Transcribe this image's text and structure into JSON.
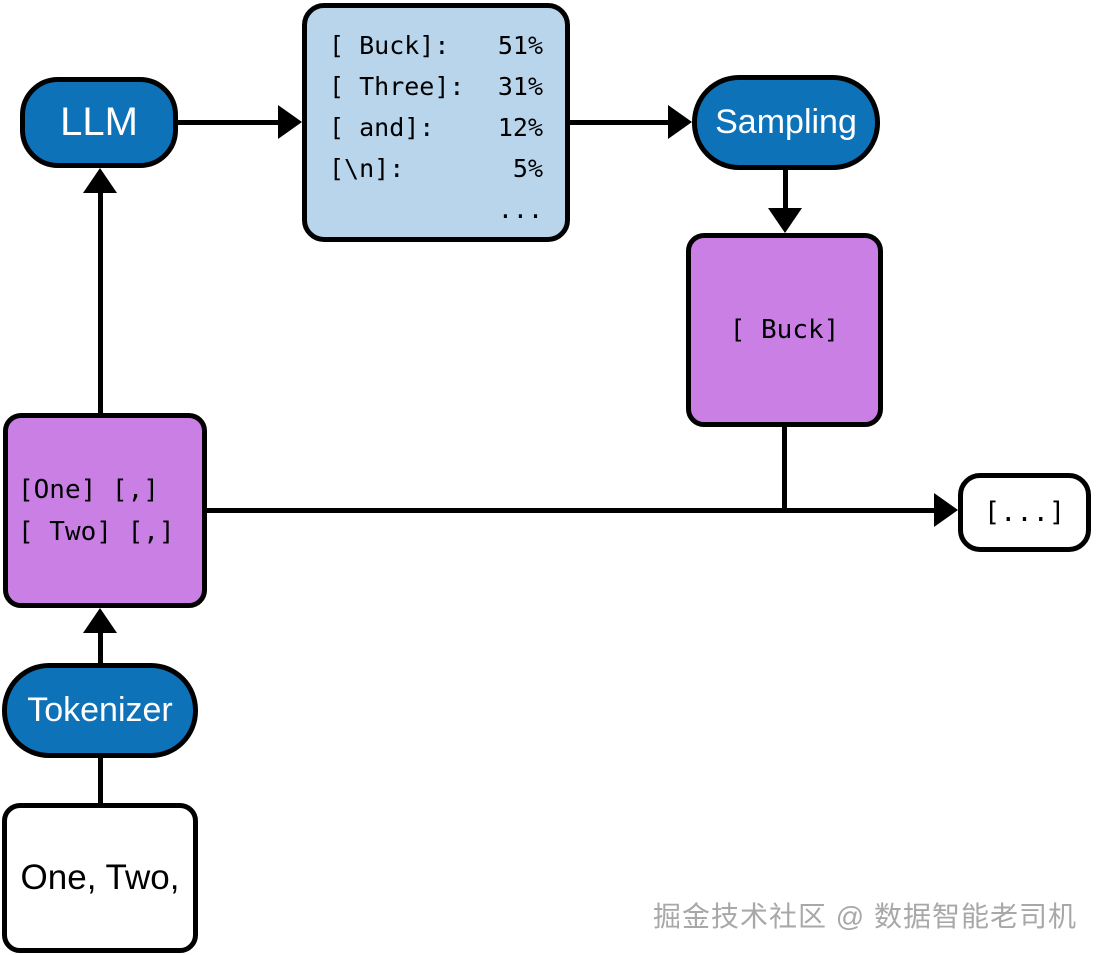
{
  "diagram": {
    "nodes": {
      "llm": {
        "label": "LLM"
      },
      "probabilities": {
        "rows": [
          {
            "token": "[ Buck]:",
            "pct": "51%"
          },
          {
            "token": "[ Three]:",
            "pct": "31%"
          },
          {
            "token": "[ and]:",
            "pct": "12%"
          },
          {
            "token": "[\\n]:",
            "pct": "5%"
          },
          {
            "token": "",
            "pct": "..."
          }
        ]
      },
      "sampling": {
        "label": "Sampling"
      },
      "sampled_token": {
        "label": "[ Buck]"
      },
      "token_sequence": {
        "lines": [
          "[One] [,]",
          "[ Two] [,]"
        ]
      },
      "tokenizer": {
        "label": "Tokenizer"
      },
      "input_text": {
        "label": "One, Two,"
      },
      "output_sequence": {
        "label": "[...]"
      }
    },
    "colors": {
      "node_blue": "#0e72b8",
      "node_purple": "#ca7fe5",
      "node_lightblue": "#b8d5ec",
      "node_white": "#ffffff",
      "stroke": "#000000"
    },
    "watermark": "掘金技术社区 @ 数据智能老司机"
  }
}
